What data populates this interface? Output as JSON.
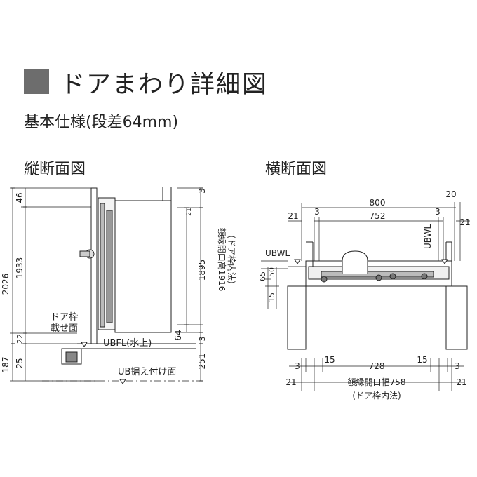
{
  "header": {
    "title": "ドアまわり詳細図",
    "subtitle": "基本仕様(段差64mm)"
  },
  "vertical_section": {
    "heading": "縦断面図",
    "dims": {
      "total_2026": "2026",
      "d1933": "1933",
      "d46": "46",
      "d187": "187",
      "d25": "25",
      "d22": "22",
      "d3_top": "3",
      "d21": "21",
      "d1895": "1895",
      "d3_bottom": "3",
      "d64": "64",
      "d251": "251"
    },
    "labels": {
      "frame_label_1": "ドア枠",
      "frame_label_2": "載せ面",
      "ubfl": "UBFL(水上)",
      "ub_mount": "UB据え付け面",
      "opening_height": "額縁開口高1916",
      "opening_height_note": "(ドア枠内法)"
    }
  },
  "horizontal_section": {
    "heading": "横断面図",
    "dims": {
      "d800": "800",
      "d752": "752",
      "d20": "20",
      "d21_tl": "21",
      "d3_tl": "3",
      "d3_tr": "3",
      "d21_tr": "21",
      "d65": "65",
      "d50": "50",
      "d15_left": "15",
      "d728": "728",
      "d3_bl": "3",
      "d15_bl": "15",
      "d15_br": "15",
      "d3_br": "3",
      "d21_bl": "21",
      "d21_br": "21"
    },
    "labels": {
      "ubwl_left": "UBWL",
      "ubwl_right": "UBWL",
      "opening_width": "額縁開口幅758",
      "opening_width_note": "(ドア枠内法)"
    }
  }
}
